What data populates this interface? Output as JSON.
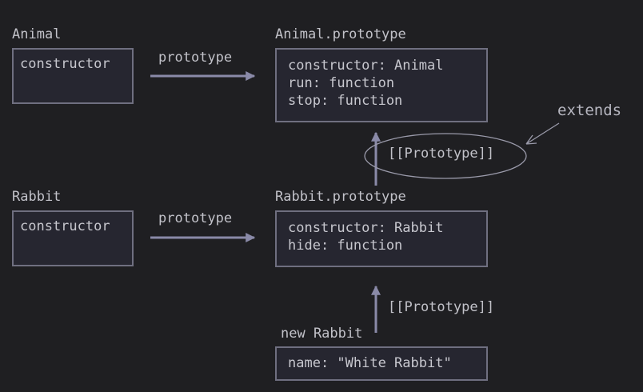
{
  "animal": {
    "name": "Animal",
    "box_items": [
      "constructor"
    ],
    "link_label": "prototype",
    "prototype_name": "Animal.prototype",
    "prototype_items": [
      "constructor: Animal",
      "run: function",
      "stop: function"
    ]
  },
  "inheritance": {
    "link_label": "[[Prototype]]",
    "annotation": "extends"
  },
  "rabbit": {
    "name": "Rabbit",
    "box_items": [
      "constructor"
    ],
    "link_label": "prototype",
    "prototype_name": "Rabbit.prototype",
    "prototype_items": [
      "constructor: Rabbit",
      "hide: function"
    ]
  },
  "instance": {
    "name": "new Rabbit",
    "link_label": "[[Prototype]]",
    "items": [
      "name: \"White Rabbit\""
    ]
  },
  "colors": {
    "background": "#1f1f22",
    "box_border": "#6f6f80",
    "box_fill": "#262630",
    "arrow": "#8a8aa8",
    "text": "#c7c7ce"
  }
}
